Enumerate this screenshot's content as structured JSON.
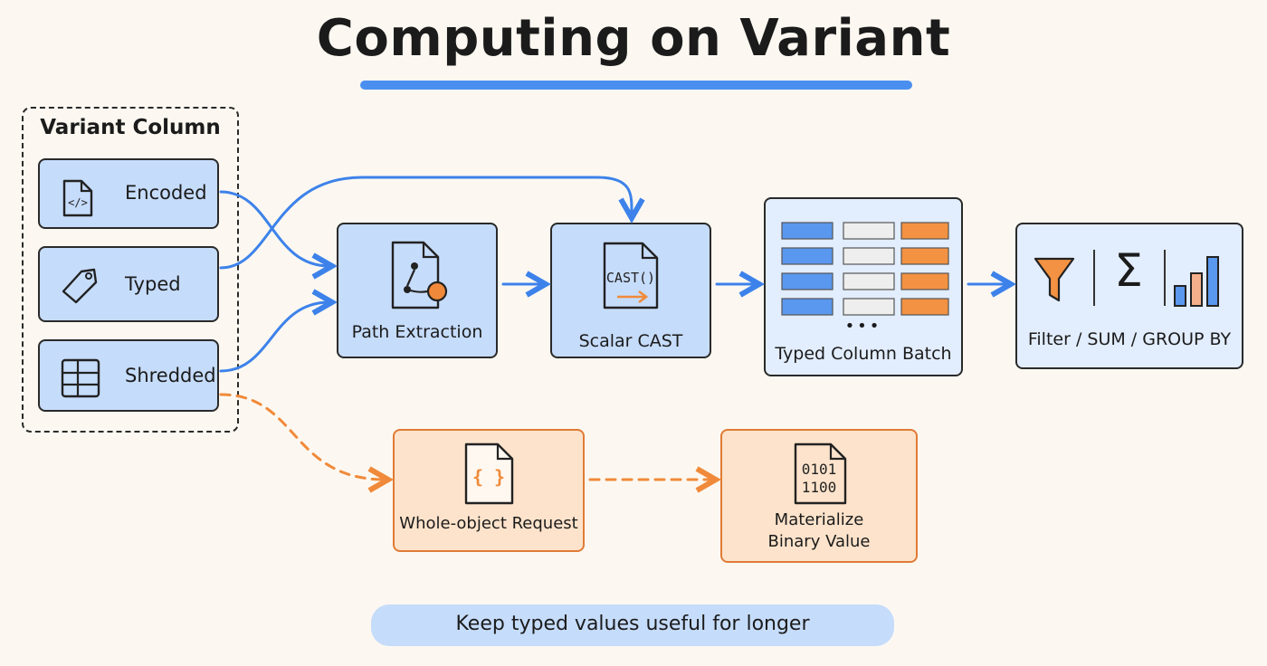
{
  "title": "Computing on Variant",
  "variant_column": {
    "label": "Variant Column",
    "items": [
      {
        "label": "Encoded",
        "icon": "code-file-icon"
      },
      {
        "label": "Typed",
        "icon": "tag-icon"
      },
      {
        "label": "Shredded",
        "icon": "grid-icon"
      }
    ]
  },
  "nodes": {
    "path_extraction": {
      "label": "Path Extraction",
      "icon": "path-file-icon"
    },
    "scalar_cast": {
      "label": "Scalar CAST",
      "icon_text": "CAST()"
    },
    "typed_batch": {
      "label": "Typed Column Batch",
      "ellipsis": "•••"
    },
    "ops": {
      "label": "Filter / SUM / GROUP BY",
      "sigma": "Σ"
    },
    "whole_object": {
      "label": "Whole-object Request",
      "icon_text": "{ }"
    },
    "materialize": {
      "label_line1": "Materialize",
      "label_line2": "Binary Value",
      "icon_line1": "0101",
      "icon_line2": "1100"
    }
  },
  "footer": "Keep typed values useful for longer",
  "colors": {
    "blue": "#3d82ea",
    "orange": "#f08a3a",
    "box_blue": "#c6dcfb",
    "box_orange": "#fde3cb"
  }
}
